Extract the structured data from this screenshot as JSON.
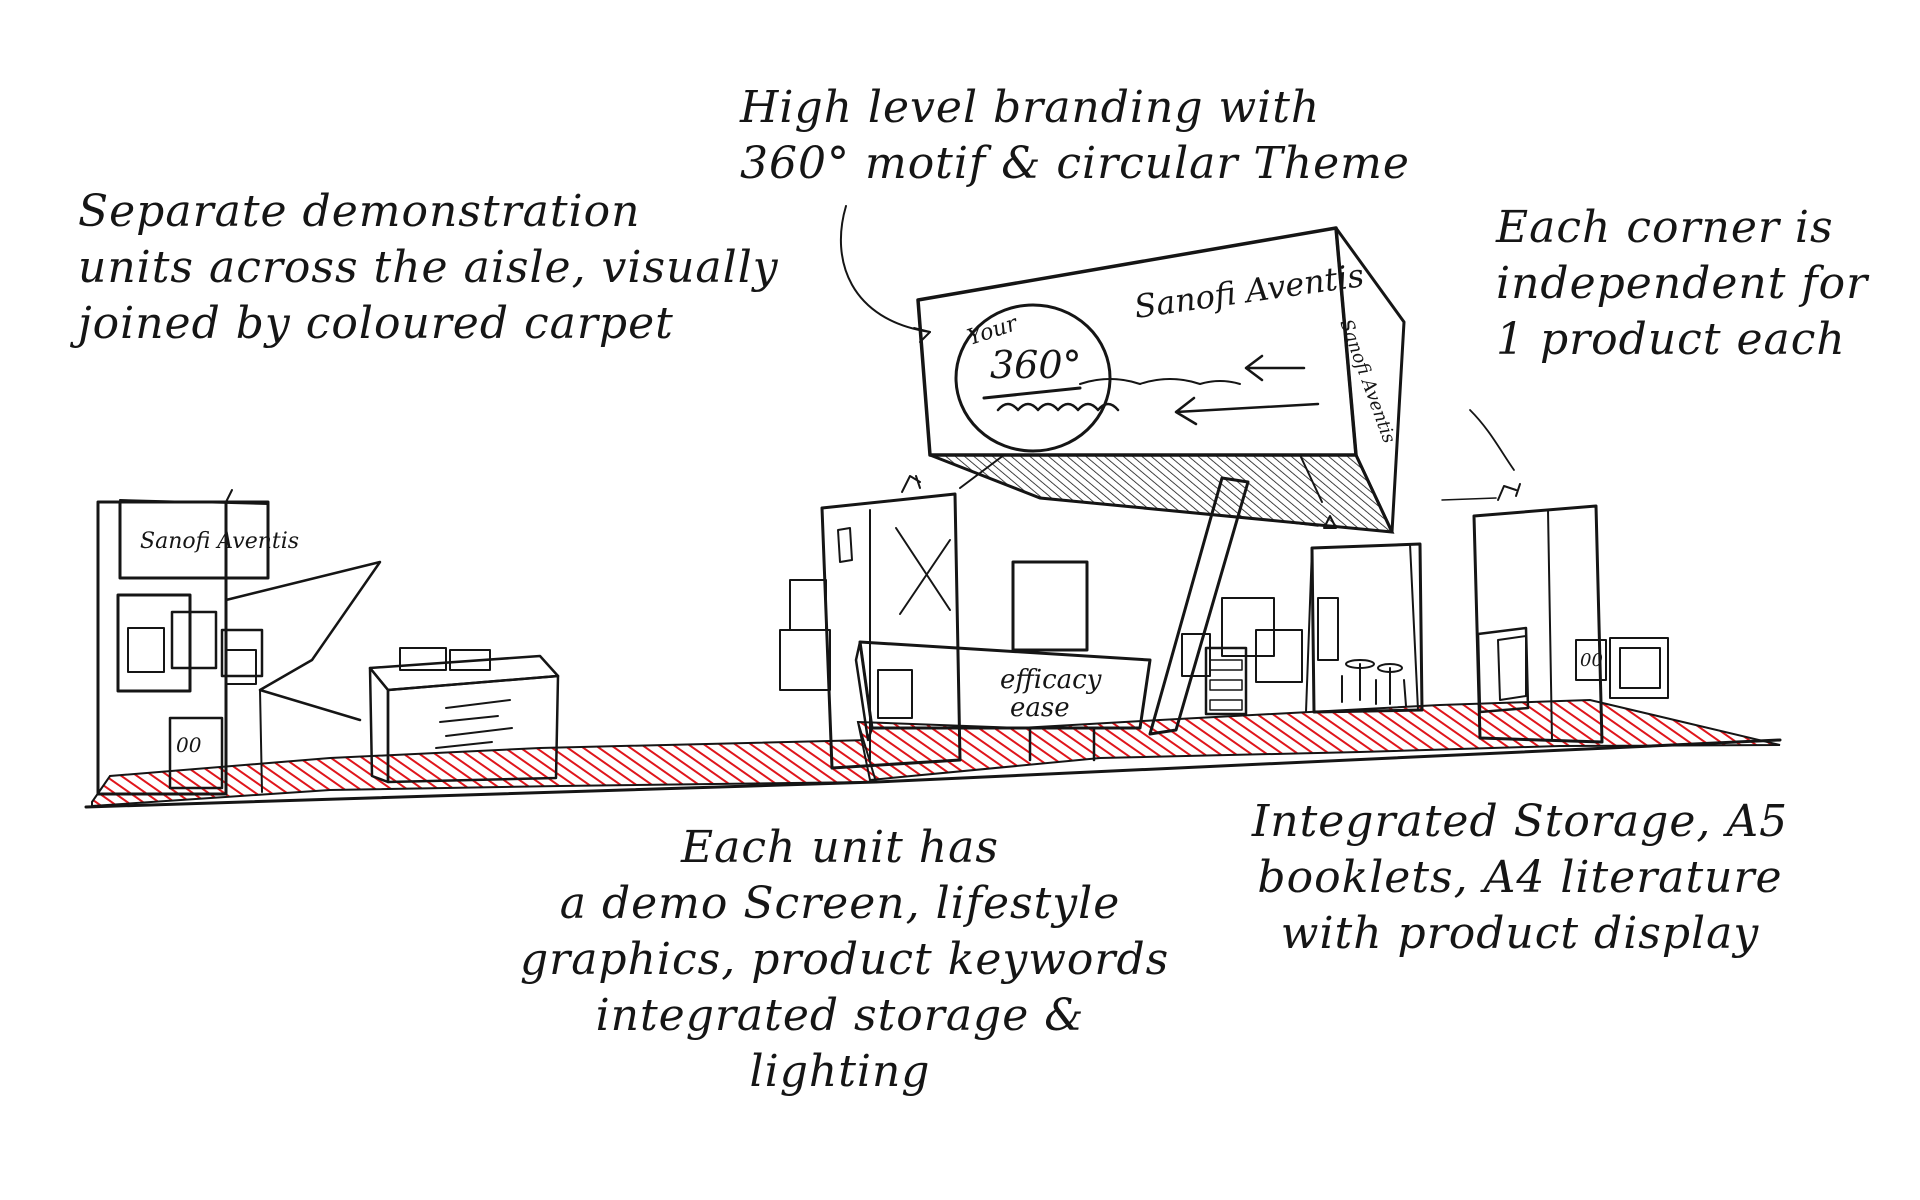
{
  "annotations": {
    "branding": {
      "lines": [
        "High level branding with",
        "360° motif & circular Theme"
      ]
    },
    "demo_units": {
      "lines": [
        "Separate demonstration",
        "units across the aisle, visually",
        "joined by coloured carpet"
      ]
    },
    "corners": {
      "lines": [
        "Each corner is",
        "independent for",
        "1  product each"
      ]
    },
    "each_unit": {
      "lines": [
        "Each unit has",
        "a demo Screen, lifestyle",
        "graphics, product keywords",
        "integrated storage &",
        "lighting"
      ]
    },
    "storage": {
      "lines": [
        "Integrated Storage, A5",
        "booklets, A4 literature",
        "with product display"
      ]
    }
  },
  "sketch_labels": {
    "brand_main": "Sanofi Aventis",
    "brand_side": "Sanofi Aventis",
    "brand_left_unit": "Sanofi Aventis",
    "circle_top": "Your",
    "circle_main": "360°",
    "counter_line1": "efficacy",
    "counter_line2": "ease",
    "left_cabinet": "00"
  },
  "colors": {
    "ink": "#151515",
    "carpet": "#e0151b",
    "paper": "#ffffff"
  }
}
